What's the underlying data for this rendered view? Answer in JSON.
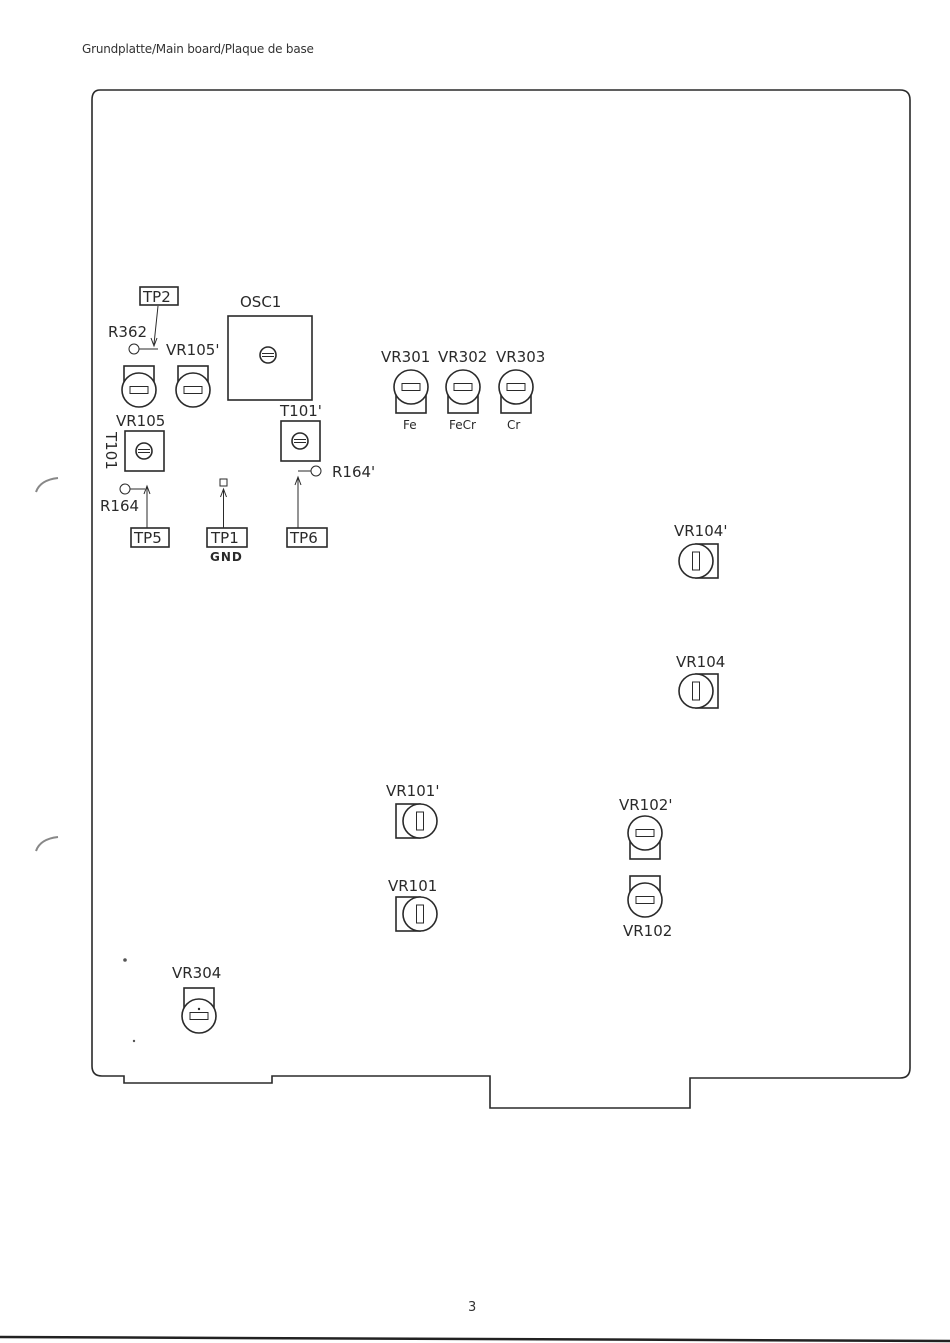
{
  "header": {
    "title": "Grundplatte/Main board/Plaque de base"
  },
  "page_number": "3",
  "labels": {
    "tp2": "TP2",
    "osc1": "OSC1",
    "r362": "R362",
    "vr105_prime": "VR105'",
    "vr105": "VR105",
    "t101": "T101",
    "t101_prime": "T101'",
    "r164_prime": "R164'",
    "r164": "R164",
    "tp5": "TP5",
    "tp1": "TP1",
    "gnd": "GND",
    "tp6": "TP6",
    "vr301": "VR301",
    "vr302": "VR302",
    "vr303": "VR303",
    "fe": "Fe",
    "fecr": "FeCr",
    "cr": "Cr",
    "vr104_prime": "VR104'",
    "vr104": "VR104",
    "vr101_prime": "VR101'",
    "vr101": "VR101",
    "vr102_prime": "VR102'",
    "vr102": "VR102",
    "vr304": "VR304"
  }
}
